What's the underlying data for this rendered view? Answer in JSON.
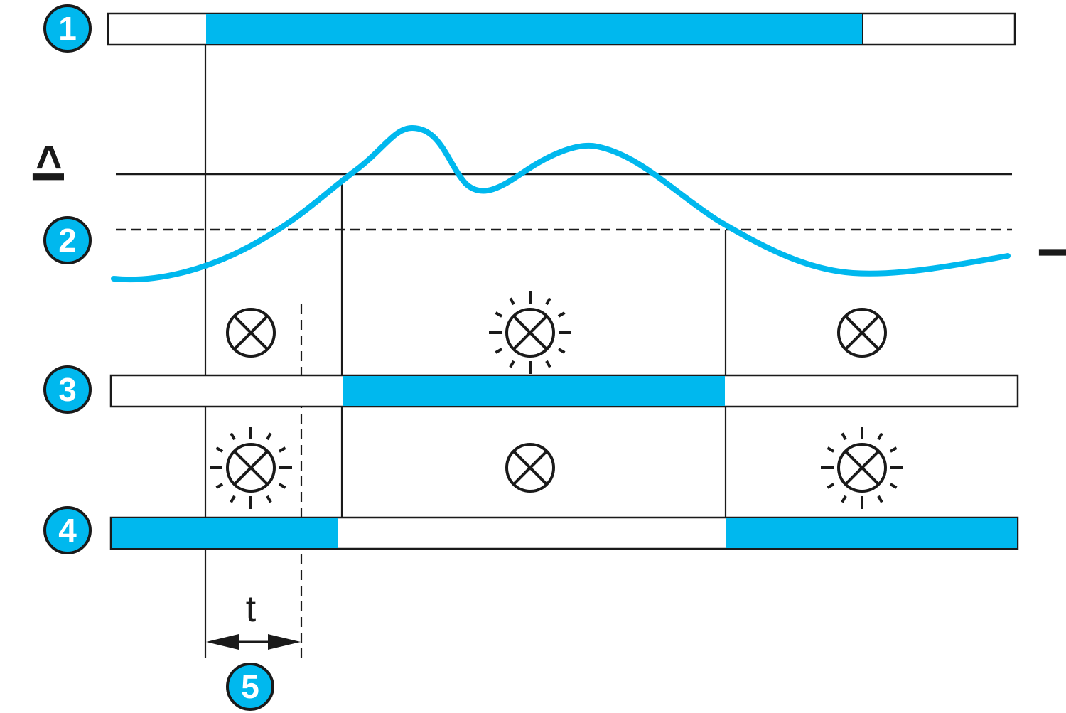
{
  "colors": {
    "accent": "#00b8ee",
    "line": "#1a1a1a",
    "background": "#ffffff"
  },
  "badges": [
    "1",
    "2",
    "3",
    "4",
    "5"
  ],
  "labels": {
    "threshold_symbol": "I>",
    "current_symbol": "I",
    "delay_symbol": "t"
  },
  "icons": {
    "lamp_off": "lamp-off-icon",
    "lamp_on": "lamp-on-icon"
  },
  "timing_states": {
    "row1": [
      "off",
      "on",
      "off"
    ],
    "row3": [
      "off",
      "on",
      "off"
    ],
    "row4": [
      "on",
      "off",
      "on"
    ]
  },
  "lamp_states": {
    "upper_row": [
      "off",
      "on",
      "off"
    ],
    "lower_row": [
      "on",
      "off",
      "on"
    ]
  }
}
